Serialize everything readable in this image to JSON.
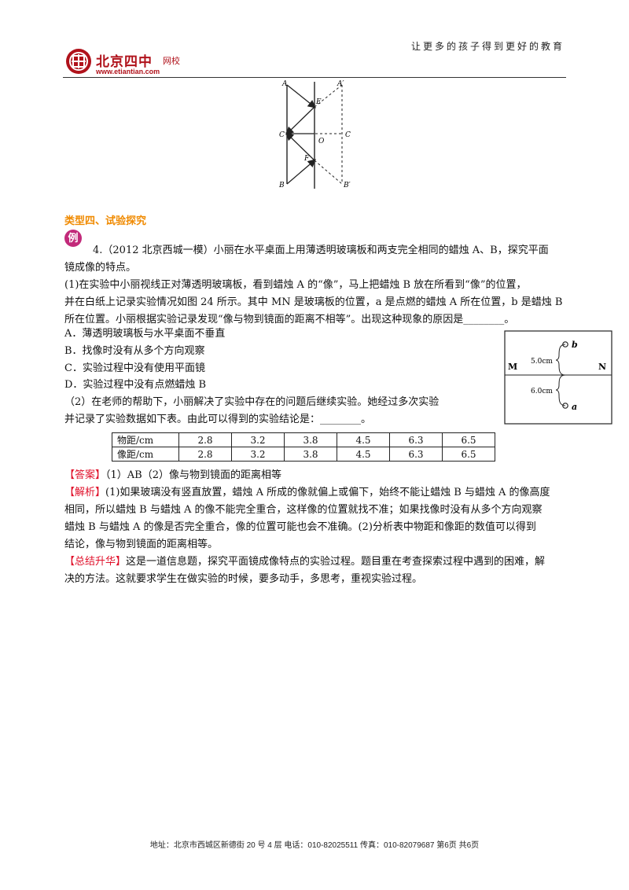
{
  "header": {
    "logo_name": "北京四中",
    "logo_sub": "网校",
    "logo_url": "www.etiantian.com",
    "slogan": "让更多的孩子得到更好的教育"
  },
  "figure_top": {
    "labels": {
      "A": "A",
      "A_prime": "A′",
      "E": "E",
      "C": "C",
      "O": "O",
      "C_right": "C",
      "F": "F",
      "B": "B",
      "B_prime": "B′"
    }
  },
  "section": {
    "title": "类型四、试验探究",
    "badge": "例"
  },
  "question": {
    "intro_line1": "4.（2012 北京西城一模）小丽在水平桌面上用薄透明玻璃板和两支完全相同的蜡烛 A、B，探究平面",
    "intro_line2": "镜成像的特点。",
    "p1_line1": "(1)在实验中小丽视线正对薄透明玻璃板，看到蜡烛 A 的“像”，马上把蜡烛 B 放在所看到“像”的位置，",
    "p1_line2": "并在白纸上记录实验情况如图 24 所示。其中 MN 是玻璃板的位置，a 是点燃的蜡烛 A 所在位置，b 是蜡烛 B",
    "p1_line3": "所在位置。小丽根据实验记录发现“像与物到镜面的距离不相等”。出现这种现象的原因是________。",
    "options": [
      "A．薄透明玻璃板与水平桌面不垂直",
      "B．找像时没有从多个方向观察",
      "C．实验过程中没有使用平面镜",
      "D．实验过程中没有点燃蜡烛 B"
    ],
    "p2_line1": "（2）在老师的帮助下，小丽解决了实验中存在的问题后继续实验。她经过多次实验",
    "p2_line2": "并记录了实验数据如下表。由此可以得到的实验结论是：________。"
  },
  "figure_right": {
    "label_M": "M",
    "label_N": "N",
    "label_b": "b",
    "label_a": "a",
    "dist_top": "5.0cm",
    "dist_bottom": "6.0cm"
  },
  "table": {
    "rows": [
      {
        "label": "物距/cm",
        "values": [
          "2.8",
          "3.2",
          "3.8",
          "4.5",
          "6.3",
          "6.5"
        ]
      },
      {
        "label": "像距/cm",
        "values": [
          "2.8",
          "3.2",
          "3.8",
          "4.5",
          "6.3",
          "6.5"
        ]
      }
    ]
  },
  "answer": {
    "tag": "【答案】",
    "text": "（1）AB（2）像与物到镜面的距离相等"
  },
  "analysis": {
    "tag": "【解析】",
    "line1": "(1)如果玻璃没有竖直放置，蜡烛 A 所成的像就偏上或偏下，始终不能让蜡烛 B 与蜡烛 A 的像高度",
    "line2": "相同，所以蜡烛 B 与蜡烛 A 的像不能完全重合，这样像的位置就找不准；如果找像时没有从多个方向观察",
    "line3": "蜡烛 B 与蜡烛 A 的像是否完全重合，像的位置可能也会不准确。(2)分析表中物距和像距的数值可以得到",
    "line4": "结论，像与物到镜面的距离相等。"
  },
  "summary": {
    "tag": "【总结升华】",
    "line1": "这是一道信息题，探究平面镜成像特点的实验过程。题目重在考查探索过程中遇到的困难，解",
    "line2": "决的方法。这就要求学生在做实验的时候，要多动手，多思考，重视实验过程。"
  },
  "footer": {
    "text": "地址：北京市西城区新德街 20 号 4 层  电话：010-82025511  传真：010-82079687   第6页  共6页"
  },
  "colors": {
    "brand": "#b0121b",
    "section_title": "#f08a00",
    "tag_red": "#e0102a",
    "badge": "#c22a7a"
  }
}
